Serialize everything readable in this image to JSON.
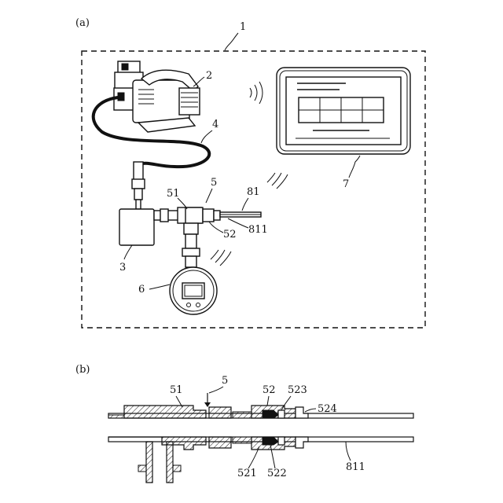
{
  "panel_a": {
    "panel_label": "(a)",
    "labels": {
      "system": "1",
      "compressor": "2",
      "unit": "3",
      "hose": "4",
      "coupler": "5",
      "coupler_part1": "51",
      "coupler_part2": "52",
      "gauge": "6",
      "tablet": "7",
      "probe": "81",
      "probe_tube": "811"
    }
  },
  "panel_b": {
    "panel_label": "(b)",
    "labels": {
      "coupler": "5",
      "part51": "51",
      "part52": "52",
      "part521": "521",
      "part522": "522",
      "part523": "523",
      "part524": "524",
      "tube811": "811"
    }
  }
}
